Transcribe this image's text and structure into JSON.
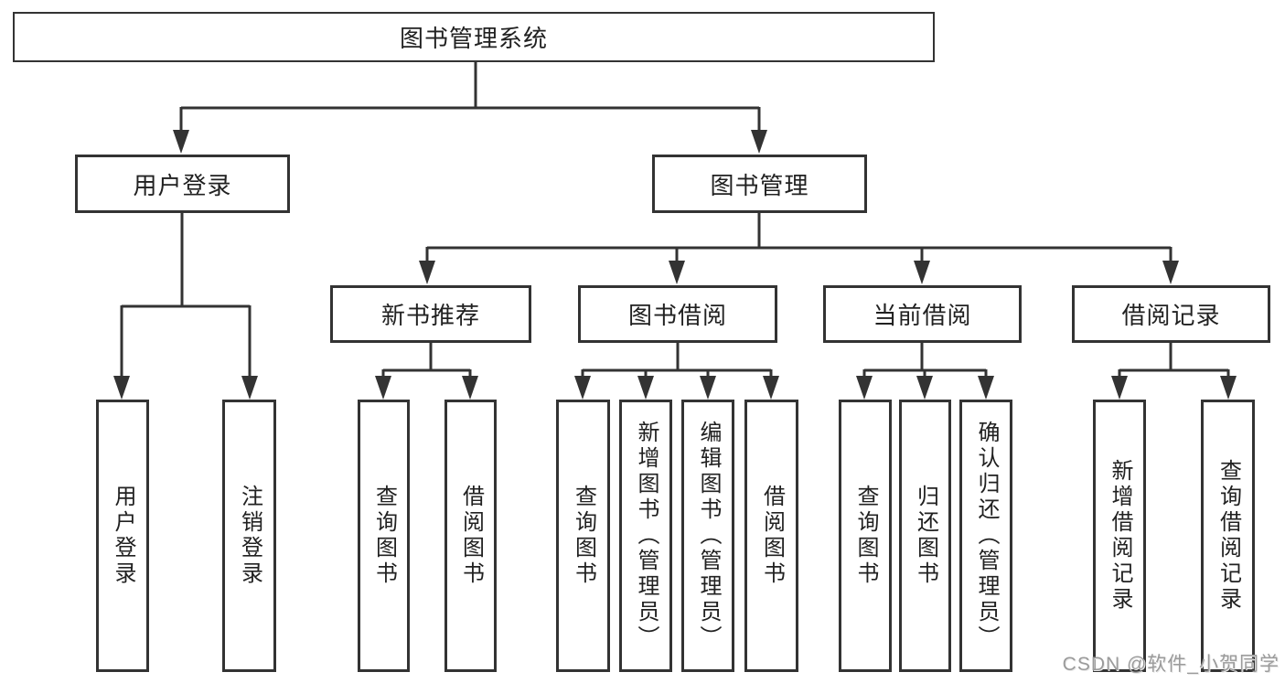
{
  "tree": {
    "root": {
      "label": "图书管理系统",
      "children": [
        {
          "label": "用户登录",
          "children": [
            {
              "label": "用户登录"
            },
            {
              "label": "注销登录"
            }
          ]
        },
        {
          "label": "图书管理",
          "children": [
            {
              "label": "新书推荐",
              "children": [
                {
                  "label": "查询图书"
                },
                {
                  "label": "借阅图书"
                }
              ]
            },
            {
              "label": "图书借阅",
              "children": [
                {
                  "label": "查询图书"
                },
                {
                  "label": "新增图书（管理员）"
                },
                {
                  "label": "编辑图书（管理员）"
                },
                {
                  "label": "借阅图书"
                }
              ]
            },
            {
              "label": "当前借阅",
              "children": [
                {
                  "label": "查询图书"
                },
                {
                  "label": "归还图书"
                },
                {
                  "label": "确认归还（管理员）"
                }
              ]
            },
            {
              "label": "借阅记录",
              "children": [
                {
                  "label": "新增借阅记录"
                },
                {
                  "label": "查询借阅记录"
                }
              ]
            }
          ]
        }
      ]
    }
  },
  "watermark": {
    "text": "CSDN @软件_小贺同学"
  },
  "colors": {
    "line": "#333333",
    "box_border": "#333333",
    "text": "#212121",
    "watermark": "#9b9b9b",
    "background": "#ffffff"
  }
}
